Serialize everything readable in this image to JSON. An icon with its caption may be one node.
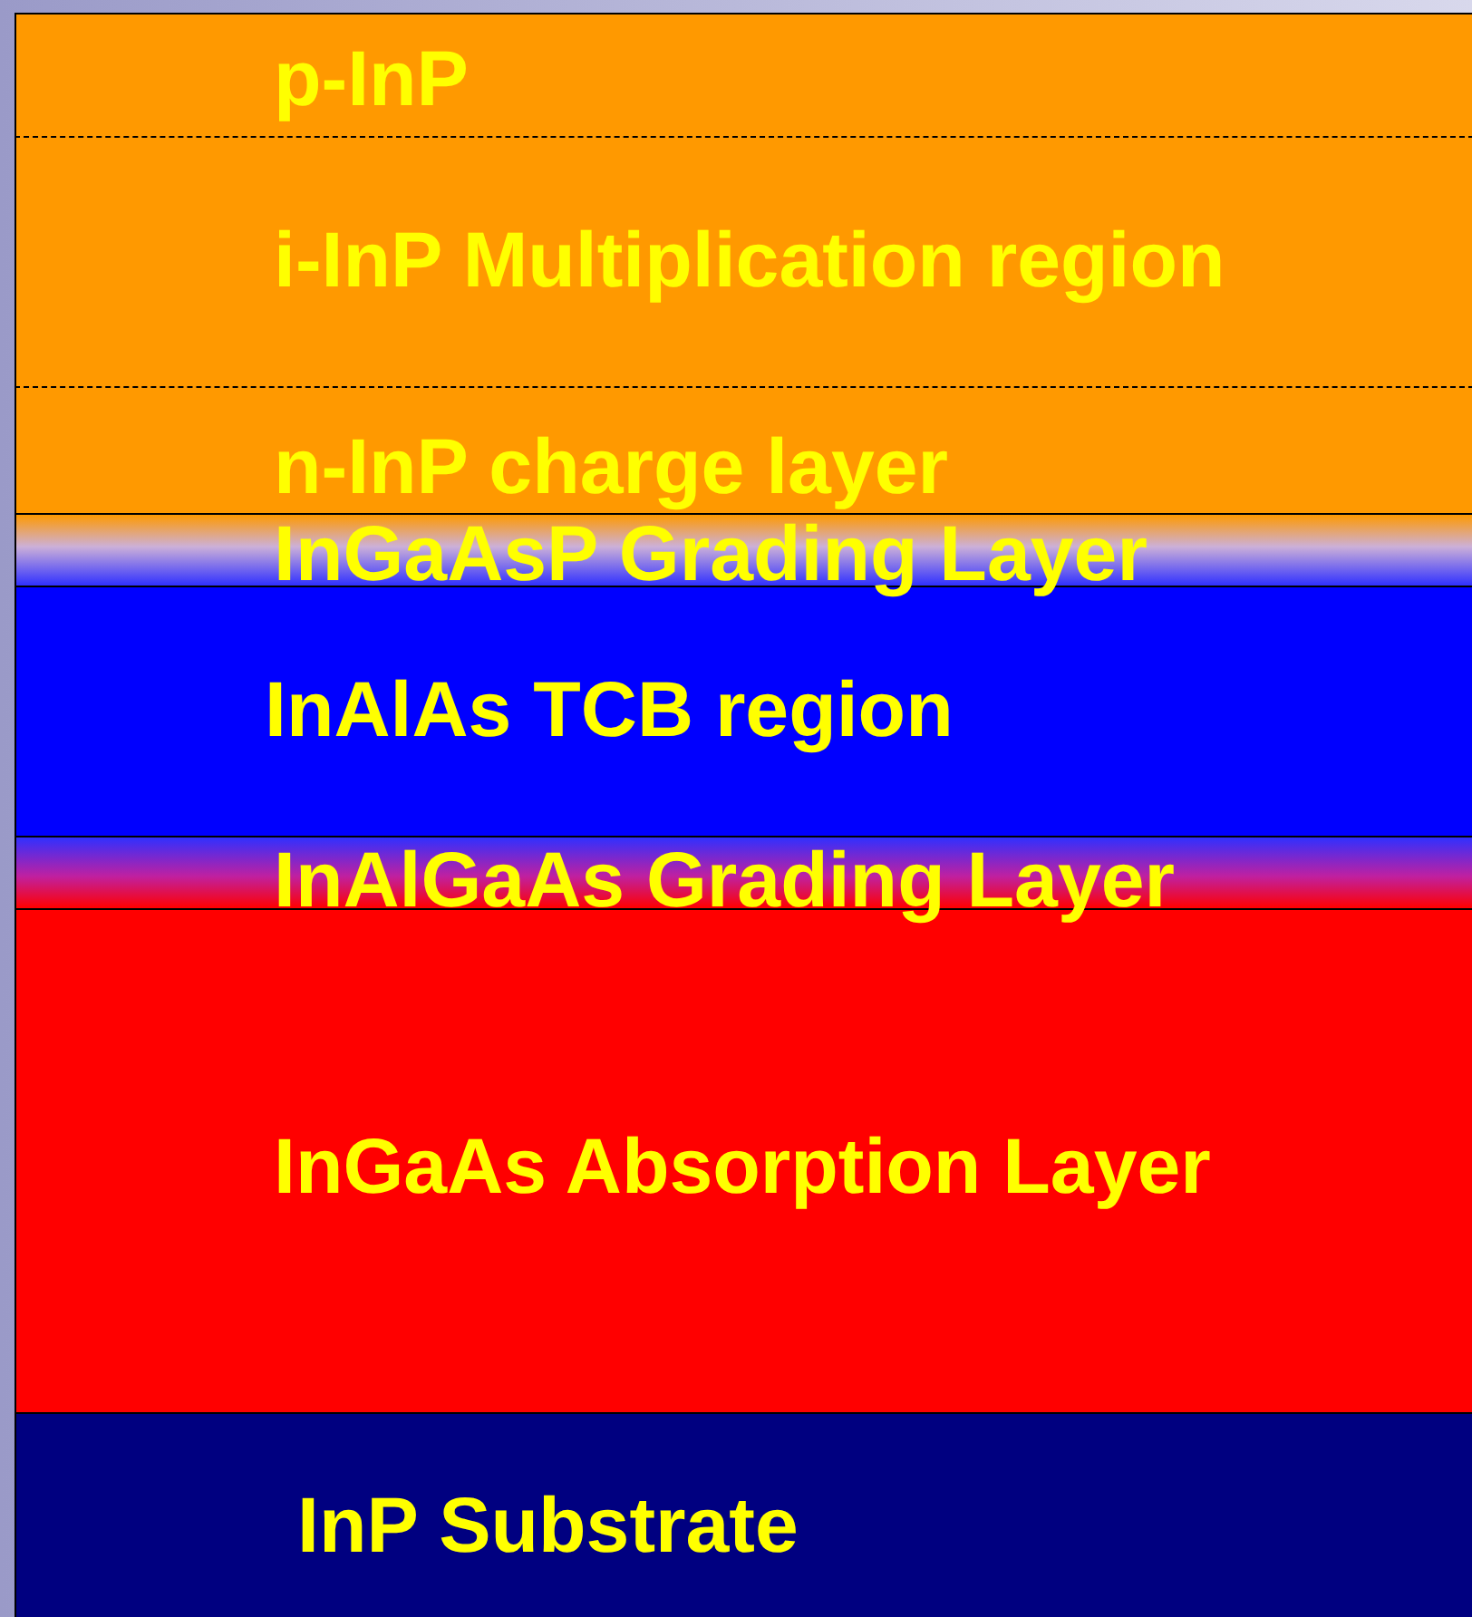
{
  "diagram": {
    "nodes": [
      {
        "text": [
          "p-InP"
        ]
      },
      {
        "text": [
          "i-InP Multiplication region"
        ]
      },
      {
        "text": [
          "n-InP charge layer"
        ]
      },
      {
        "text": [
          "InGaAsP Grading Layer"
        ]
      },
      {
        "text": [
          "InAlAs TCB region"
        ]
      },
      {
        "text": [
          "InAlGaAs Grading Layer"
        ]
      },
      {
        "text": [
          "InGaAs Absorption Layer"
        ]
      },
      {
        "text": [
          "InP Substrate"
        ]
      }
    ]
  }
}
